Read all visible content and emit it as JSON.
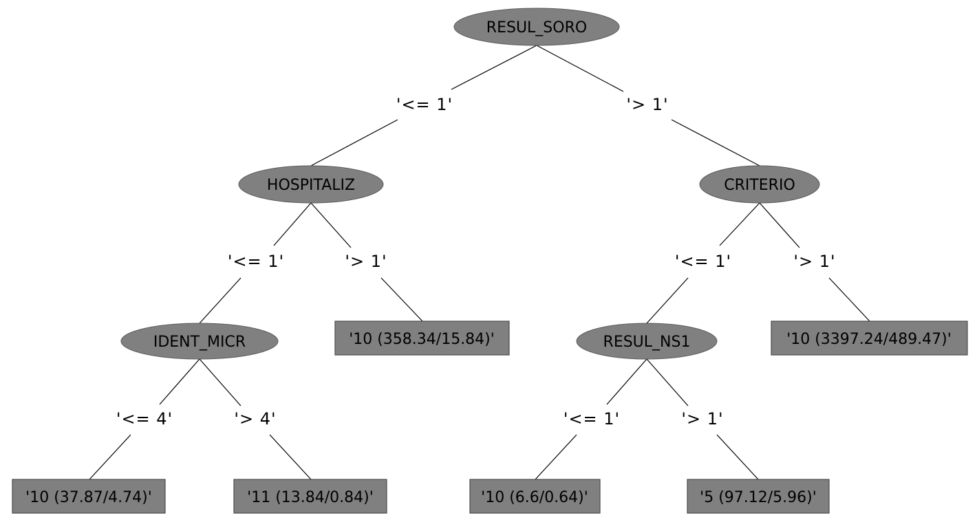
{
  "nodes": [
    {
      "id": "n0",
      "label": "RESUL_SORO"
    },
    {
      "id": "n1",
      "label": "HOSPITALIZ"
    },
    {
      "id": "n2",
      "label": "CRITERIO"
    },
    {
      "id": "n3",
      "label": "IDENT_MICR"
    },
    {
      "id": "n4",
      "label": "RESUL_NS1"
    }
  ],
  "leaves": [
    {
      "id": "l0",
      "label": "'10 (358.34/15.84)'"
    },
    {
      "id": "l1",
      "label": "'10 (3397.24/489.47)'"
    },
    {
      "id": "l2",
      "label": "'10 (37.87/4.74)'"
    },
    {
      "id": "l3",
      "label": "'11 (13.84/0.84)'"
    },
    {
      "id": "l4",
      "label": "'10 (6.6/0.64)'"
    },
    {
      "id": "l5",
      "label": "'5 (97.12/5.96)'"
    }
  ],
  "edges": [
    {
      "from": "n0",
      "to": "n1",
      "label": "'<= 1'"
    },
    {
      "from": "n0",
      "to": "n2",
      "label": "'> 1'"
    },
    {
      "from": "n1",
      "to": "n3",
      "label": "'<= 1'"
    },
    {
      "from": "n1",
      "to": "l0",
      "label": "'> 1'"
    },
    {
      "from": "n2",
      "to": "n4",
      "label": "'<= 1'"
    },
    {
      "from": "n2",
      "to": "l1",
      "label": "'> 1'"
    },
    {
      "from": "n3",
      "to": "l2",
      "label": "'<= 4'"
    },
    {
      "from": "n3",
      "to": "l3",
      "label": "'> 4'"
    },
    {
      "from": "n4",
      "to": "l4",
      "label": "'<= 1'"
    },
    {
      "from": "n4",
      "to": "l5",
      "label": "'> 1'"
    }
  ],
  "colors": {
    "node_fill": "#808080",
    "leaf_fill": "#808080",
    "line": "#000000",
    "text": "#000000",
    "background": "#ffffff"
  }
}
